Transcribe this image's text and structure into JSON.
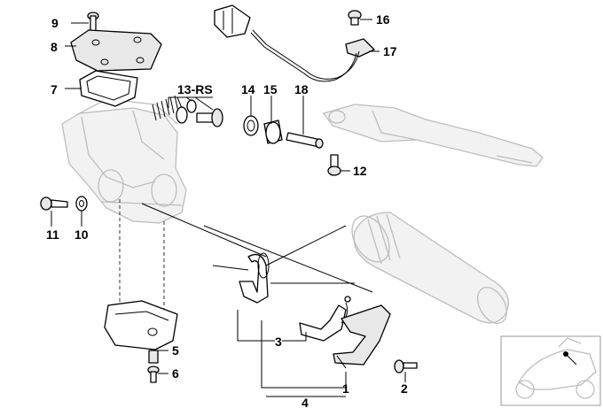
{
  "diagram": {
    "part_labels": [
      {
        "id": "p9",
        "text": "9"
      },
      {
        "id": "p8",
        "text": "8"
      },
      {
        "id": "p7",
        "text": "7"
      },
      {
        "id": "p13",
        "text": "13-RS"
      },
      {
        "id": "p14",
        "text": "14"
      },
      {
        "id": "p15",
        "text": "15"
      },
      {
        "id": "p18",
        "text": "18"
      },
      {
        "id": "p16",
        "text": "16"
      },
      {
        "id": "p17",
        "text": "17"
      },
      {
        "id": "p12",
        "text": "12"
      },
      {
        "id": "p11",
        "text": "11"
      },
      {
        "id": "p10",
        "text": "10"
      },
      {
        "id": "p3",
        "text": "3"
      },
      {
        "id": "p5",
        "text": "5"
      },
      {
        "id": "p6",
        "text": "6"
      },
      {
        "id": "p1",
        "text": "1"
      },
      {
        "id": "p2",
        "text": "2"
      },
      {
        "id": "p4",
        "text": "4"
      }
    ]
  }
}
